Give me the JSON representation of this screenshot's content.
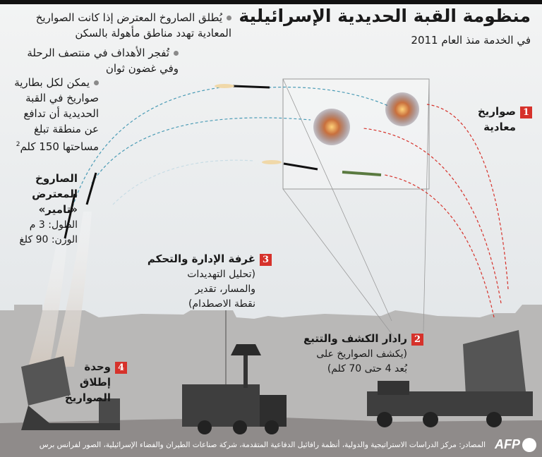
{
  "header": {
    "title": "منظومة القبة الحديدية الإسرائيلية",
    "subtitle": "في الخدمة منذ العام 2011"
  },
  "bullets": [
    {
      "line1": "يُطلق الصاروخ المعترض إذا كانت الصواريخ",
      "line2": "المعادية تهدد مناطق مأهولة بالسكن"
    },
    {
      "line1": "تُفجر الأهداف في منتصف الرحلة",
      "line2": "وفي غضون ثوان"
    },
    {
      "lines": [
        "يمكن لكل بطارية",
        "صواريخ في القبة",
        "الحديدية أن تدافع",
        "عن منطقة تبلغ",
        "مساحتها 150 كلم"
      ],
      "superscript": "2"
    }
  ],
  "interceptor": {
    "title_lines": [
      "الصاروخ",
      "المعترض",
      "«تامير»"
    ],
    "length": "الطول: 3 م",
    "weight": "الوزن: 90 كلغ"
  },
  "labels": [
    {
      "number": "1",
      "title": "صواريخ",
      "title2": "معادية"
    },
    {
      "number": "2",
      "title": "رادار الكشف والتتبع",
      "desc": [
        "(يكشف الصواريخ على",
        "بُعد 4 حتى 70 كلم)"
      ]
    },
    {
      "number": "3",
      "title": "غرفة الإدارة والتحكم",
      "desc": [
        "(تحليل التهديدات",
        "والمسار، تقدير",
        "نقطة الاصطدام)"
      ]
    },
    {
      "number": "4",
      "title": "وحدة",
      "title2": "إطلاق",
      "title3": "الصواريخ"
    }
  ],
  "footer": {
    "sources": "المصادر: مركز الدراسات الاستراتيجية والدولية، أنظمة رافائيل الدفاعية المتقدمة، شركة صناعات الطيران والفضاء الإسرائيلية، الصور لفرانس برس",
    "logo": "AFP"
  },
  "colors": {
    "badge": "#d6322b",
    "hostile_path": "#d6322b",
    "interceptor_path": "#4a9bb5",
    "ground": "#8f8b8a",
    "skyline": "#b9b8b7"
  }
}
